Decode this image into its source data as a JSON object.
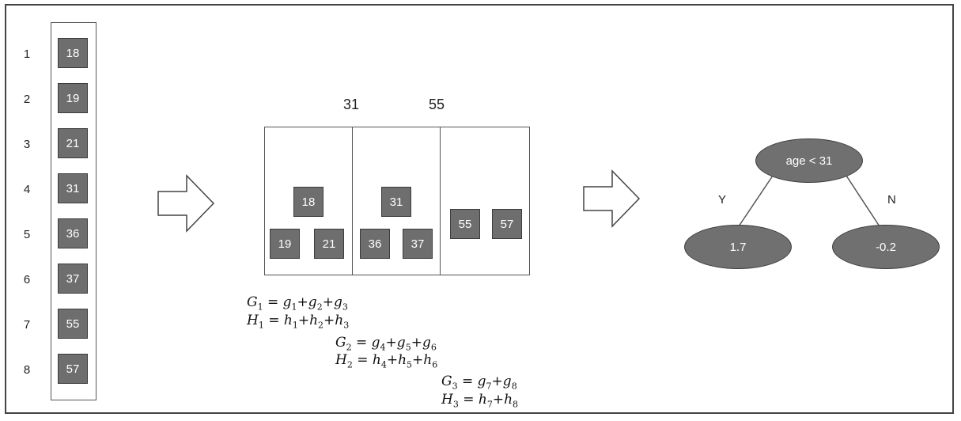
{
  "indices": [
    "1",
    "2",
    "3",
    "4",
    "5",
    "6",
    "7",
    "8"
  ],
  "values": [
    "18",
    "19",
    "21",
    "31",
    "36",
    "37",
    "55",
    "57"
  ],
  "split_points": [
    "31",
    "55"
  ],
  "bins": [
    {
      "items": [
        "18",
        "19",
        "21"
      ]
    },
    {
      "items": [
        "31",
        "36",
        "37"
      ]
    },
    {
      "items": [
        "55",
        "57"
      ]
    }
  ],
  "formulas": {
    "G1": {
      "lhs": "G",
      "lhs_sub": "1",
      "terms": [
        {
          "v": "g",
          "s": "1"
        },
        {
          "v": "g",
          "s": "2"
        },
        {
          "v": "g",
          "s": "3"
        }
      ]
    },
    "H1": {
      "lhs": "H",
      "lhs_sub": "1",
      "terms": [
        {
          "v": "h",
          "s": "1"
        },
        {
          "v": "h",
          "s": "2"
        },
        {
          "v": "h",
          "s": "3"
        }
      ]
    },
    "G2": {
      "lhs": "G",
      "lhs_sub": "2",
      "terms": [
        {
          "v": "g",
          "s": "4"
        },
        {
          "v": "g",
          "s": "5"
        },
        {
          "v": "g",
          "s": "6"
        }
      ]
    },
    "H2": {
      "lhs": "H",
      "lhs_sub": "2",
      "terms": [
        {
          "v": "h",
          "s": "4"
        },
        {
          "v": "h",
          "s": "5"
        },
        {
          "v": "h",
          "s": "6"
        }
      ]
    },
    "G3": {
      "lhs": "G",
      "lhs_sub": "3",
      "terms": [
        {
          "v": "g",
          "s": "7"
        },
        {
          "v": "g",
          "s": "8"
        }
      ]
    },
    "H3": {
      "lhs": "H",
      "lhs_sub": "3",
      "terms": [
        {
          "v": "h",
          "s": "7"
        },
        {
          "v": "h",
          "s": "8"
        }
      ]
    }
  },
  "tree": {
    "root": "age < 31",
    "left_leaf": "1.7",
    "right_leaf": "-0.2",
    "left_edge": "Y",
    "right_edge": "N"
  },
  "colors": {
    "square_fill": "#6e6e6e",
    "node_fill": "#707070",
    "stroke": "#3c3c3c"
  }
}
